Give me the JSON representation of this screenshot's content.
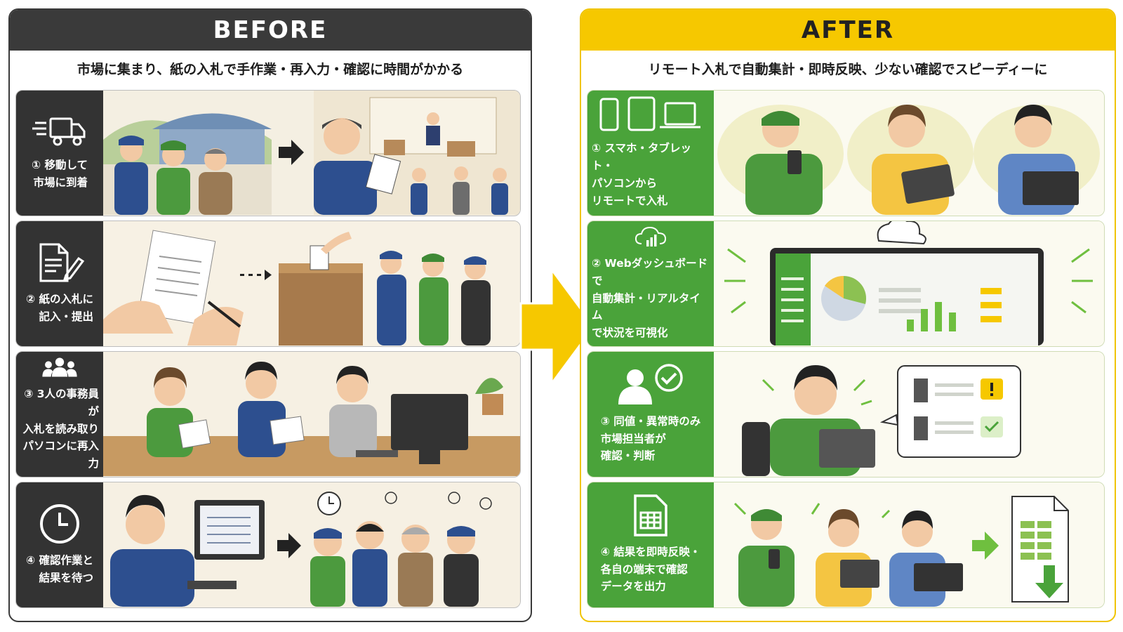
{
  "before": {
    "header": "BEFORE",
    "subtitle": "市場に集まり、紙の入札で手作業・再入力・確認に時間がかかる",
    "steps": [
      {
        "icon": "truck-icon",
        "label": "① 移動して\n市場に到着"
      },
      {
        "icon": "document-pen-icon",
        "label": "② 紙の入札に\n記入・提出"
      },
      {
        "icon": "people-group-icon",
        "label": "③ 3人の事務員が\n入札を読み取り\nパソコンに再入力"
      },
      {
        "icon": "clock-icon",
        "label": "④ 確認作業と\n結果を待つ"
      }
    ]
  },
  "after": {
    "header": "AFTER",
    "subtitle": "リモート入札で自動集計・即時反映、少ない確認でスピーディーに",
    "steps": [
      {
        "icon": "devices-icon",
        "label": "① スマホ・タブレット・\nパソコンから\nリモートで入札"
      },
      {
        "icon": "cloud-chart-icon",
        "label": "② Webダッシュボードで\n自動集計・リアルタイム\nで状況を可視化"
      },
      {
        "icon": "person-check-icon",
        "label": "③ 同値・異常時のみ\n市場担当者が\n確認・判断"
      },
      {
        "icon": "spreadsheet-icon",
        "label": "④ 結果を即時反映・\n各自の端末で確認\nデータを出力"
      }
    ]
  },
  "colors": {
    "before_dark": "#3a3a3a",
    "after_green": "#4aa33a",
    "arrow_yellow": "#f6c800"
  }
}
